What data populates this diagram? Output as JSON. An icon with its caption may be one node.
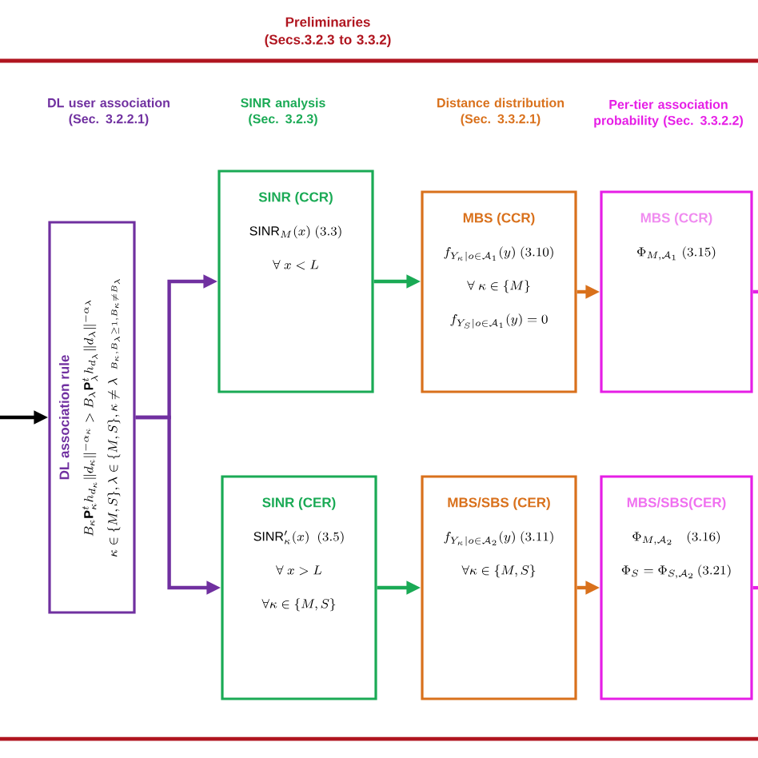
{
  "diagram": {
    "title": "Preliminaries (Secs.3.2.3 to 3.3.2)",
    "nodes": [
      {
        "text": [
          "DL association rule",
          "B_\\kappa \\mathbf{P}^t_\\kappa h_{d_\\kappa}\\|d_\\kappa\\|^{-\\alpha_\\kappa} > B_\\lambda \\mathbf{P}^t_\\lambda h_{d_\\lambda}\\|d_\\lambda\\|^{-\\alpha_\\lambda}",
          "\\kappa \\in \\{M,S\\}, \\lambda \\in \\{M,S\\}, \\kappa \\neq \\lambda \\;\\; {\\scriptscriptstyle B_\\kappa, B_\\lambda \\geq 1, B_\\kappa \\neq B_\\lambda}"
        ]
      },
      {
        "text": [
          "SINR (CCR)",
          "\\mathrm{SINR}_M(x)\\ (3.3)",
          "\\forall\\ x < L"
        ]
      },
      {
        "text": [
          "MBS (CCR)",
          "f_{Y_\\kappa|o\\in\\mathcal{A}_1}(y)\\ (3.10)",
          "\\forall\\ \\kappa \\in \\{M\\}",
          "f_{Y_S|o\\in\\mathcal{A}_1}(y) = 0"
        ]
      },
      {
        "text": [
          "MBS (CCR)",
          "\\Phi_{M,\\mathcal{A}_1}\\ (3.15)"
        ]
      },
      {
        "text": [
          "SINR (CER)",
          "\\mathrm{SINR}'_\\kappa(x)\\ \\ (3.5)",
          "\\forall\\ x > L",
          "\\forall \\kappa \\in \\{M,S\\}"
        ]
      },
      {
        "text": [
          "MBS/SBS (CER)",
          "f_{Y_\\kappa|o\\in\\mathcal{A}_2}(y)\\ (3.11)",
          "\\forall \\kappa \\in \\{M,S\\}"
        ]
      },
      {
        "text": [
          "MBS/SBS(CER)",
          "\\Phi_{M,\\mathcal{A}_2}\\quad (3.16)",
          "\\Phi_S = \\Phi_{S,\\mathcal{A}_2}\\,(3.21)"
        ]
      }
    ],
    "edges": [
      {
        "from": null,
        "to": 0,
        "arrow": "to",
        "color": "#000000"
      },
      {
        "from": 0,
        "to": 1,
        "arrow": "to",
        "color": "#7030a0"
      },
      {
        "from": 0,
        "to": 4,
        "arrow": "to",
        "color": "#7030a0"
      },
      {
        "from": 1,
        "to": 2,
        "arrow": "to",
        "color": "#1aaa55"
      },
      {
        "from": 4,
        "to": 5,
        "arrow": "to",
        "color": "#1aaa55"
      },
      {
        "from": 2,
        "to": 3,
        "arrow": "to",
        "color": "#d9711c"
      },
      {
        "from": 5,
        "to": 6,
        "arrow": "to",
        "color": "#d9711c"
      },
      {
        "from": 3,
        "to": null,
        "arrow": "none",
        "color": "#e61ee6"
      },
      {
        "from": 6,
        "to": null,
        "arrow": "none",
        "color": "#e61ee6"
      }
    ],
    "labels": [
      "DL user association (Sec. 3.2.2.1)",
      "SINR analysis (Sec. 3.2.3)",
      "Distance distribution (Sec. 3.3.2.1)",
      "Per-tier association probability (Sec. 3.3.2.2)"
    ]
  }
}
